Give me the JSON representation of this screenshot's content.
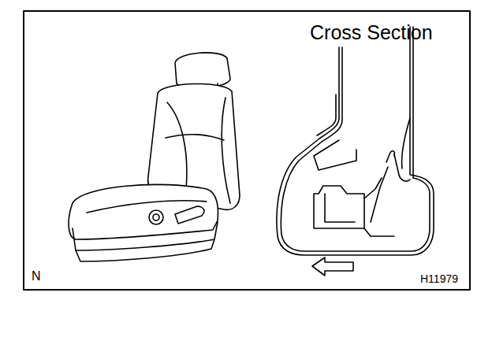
{
  "diagram": {
    "labels": [
      "Cross Section",
      "N",
      "H11979"
    ]
  }
}
